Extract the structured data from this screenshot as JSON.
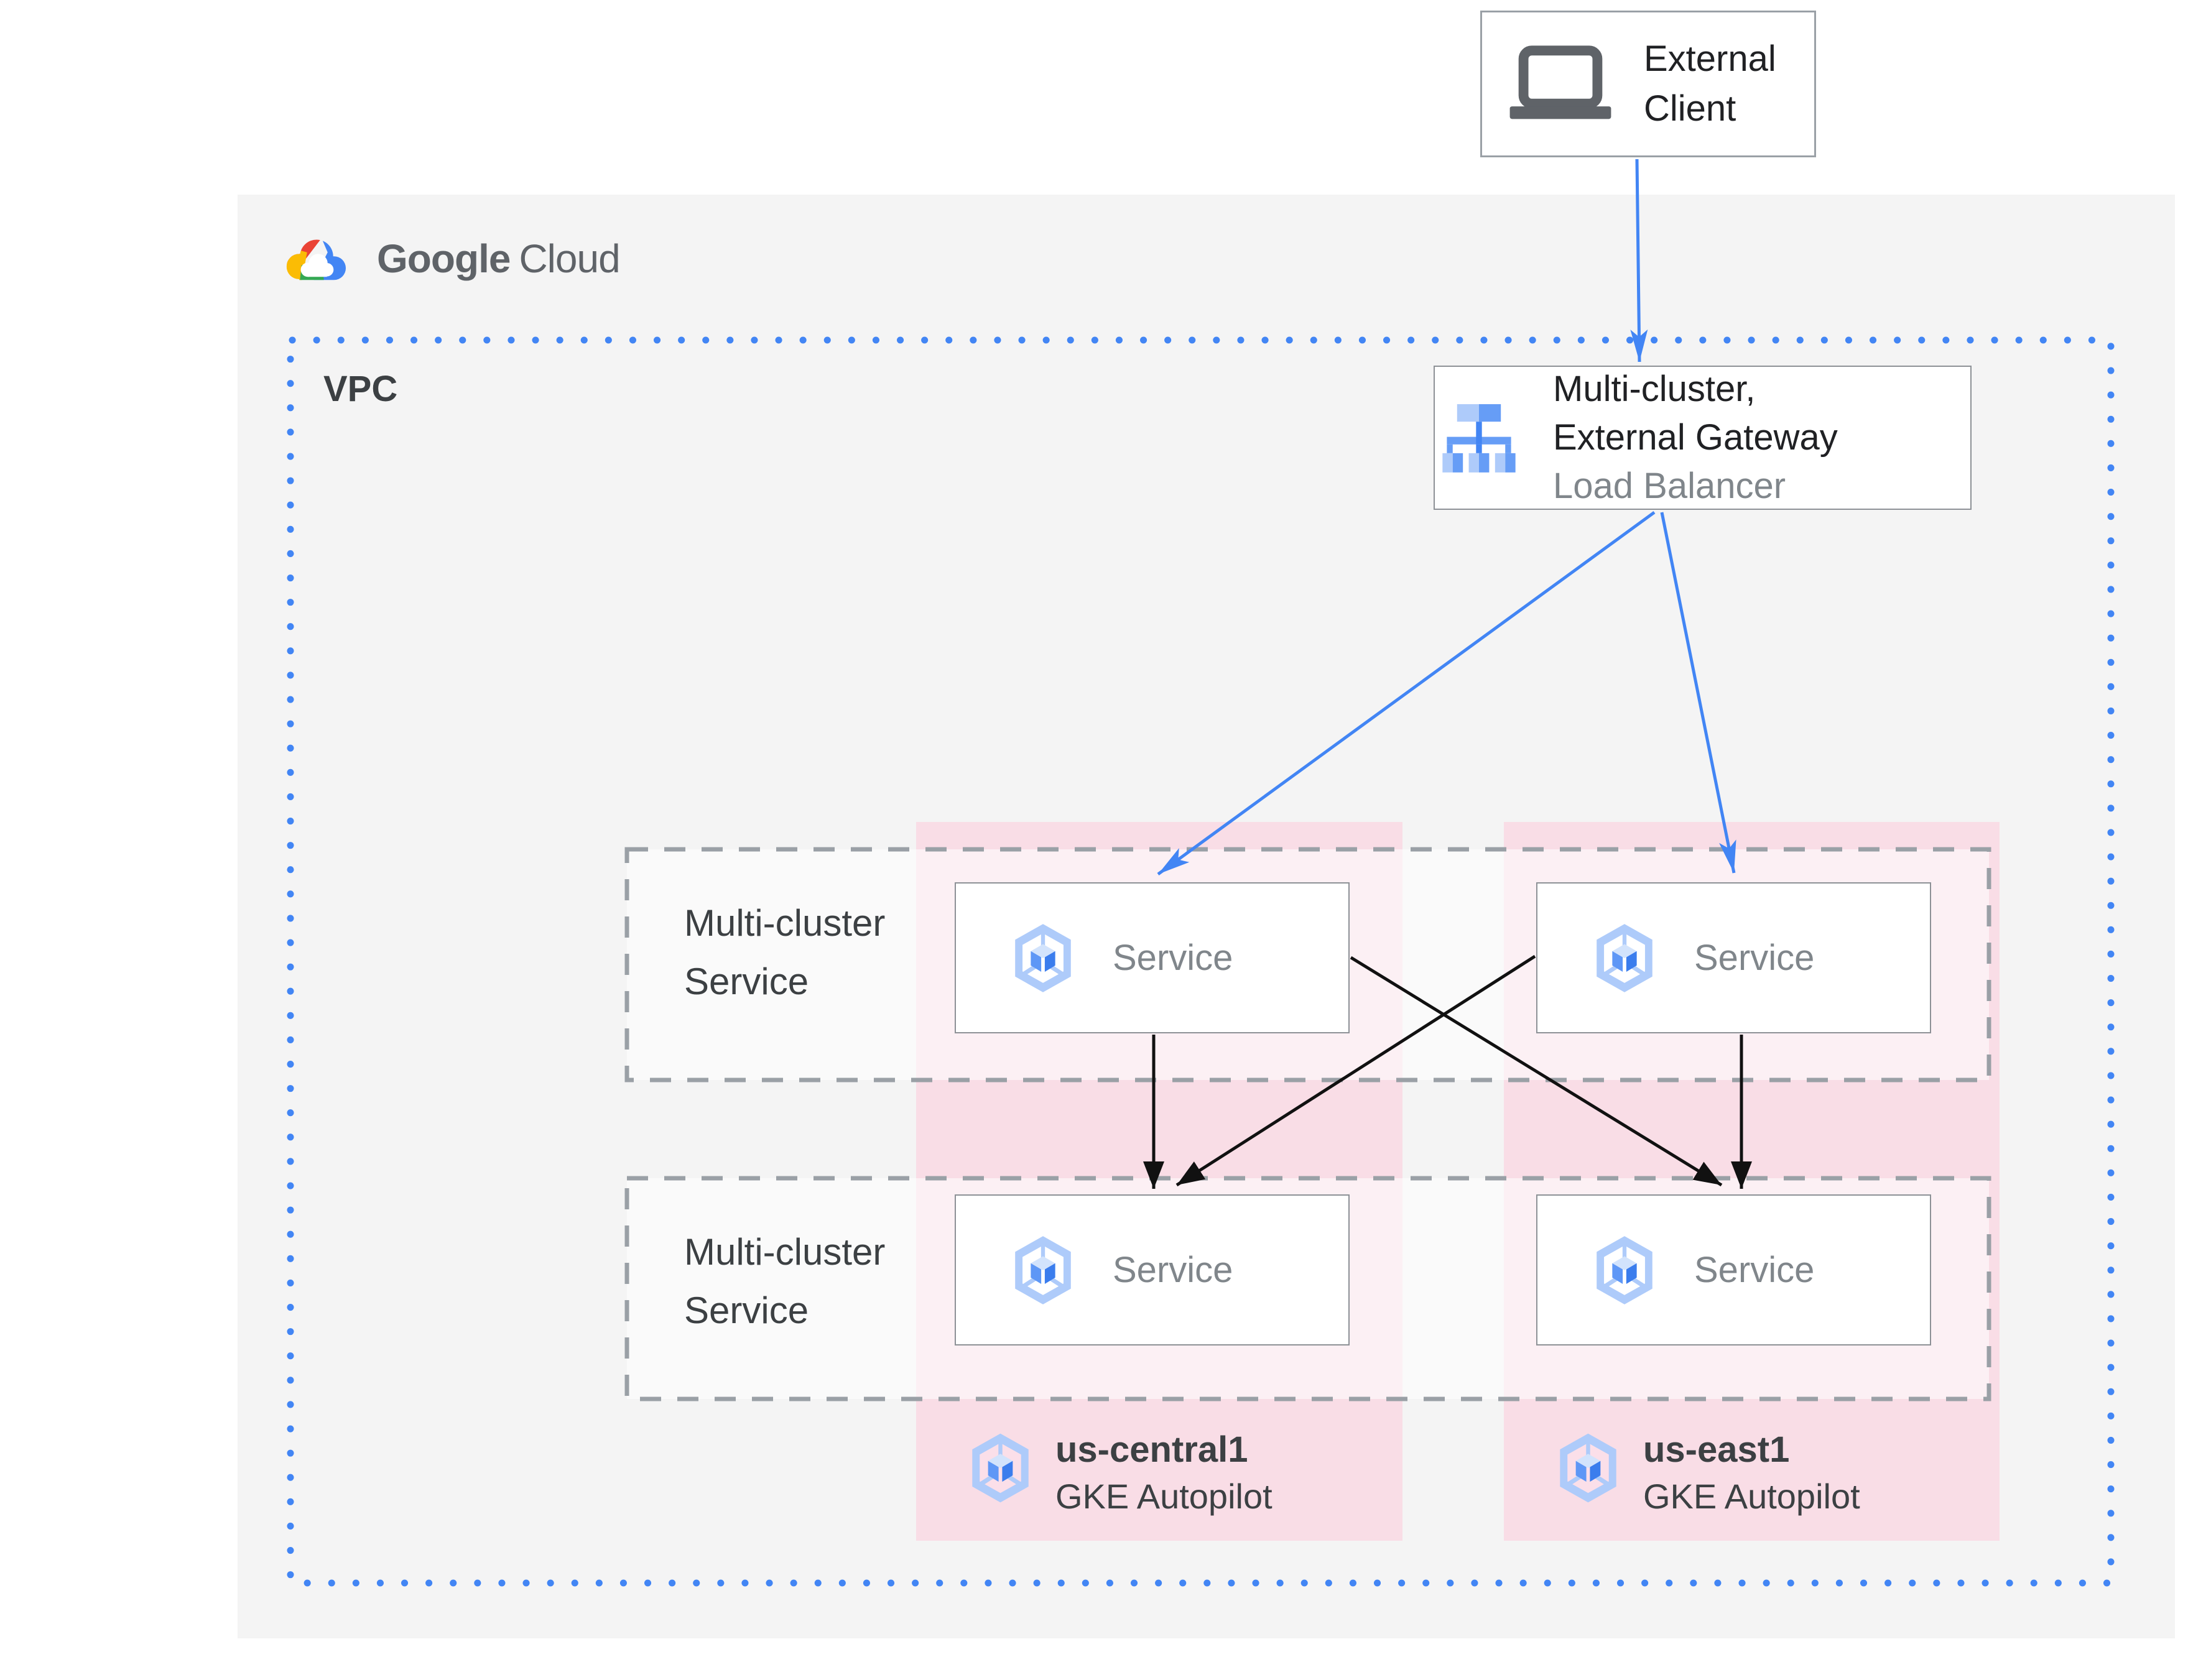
{
  "header": {
    "logo_primary": "Google",
    "logo_secondary": "Cloud"
  },
  "external_client": {
    "line1": "External",
    "line2": "Client",
    "icon": "laptop-icon"
  },
  "vpc": {
    "label": "VPC"
  },
  "gateway": {
    "title_line1": "Multi-cluster,",
    "title_line2": "External Gateway",
    "subtitle": "Load Balancer",
    "icon": "load-balancer-icon"
  },
  "service_rows": [
    {
      "label_line1": "Multi-cluster",
      "label_line2": "Service"
    },
    {
      "label_line1": "Multi-cluster",
      "label_line2": "Service"
    }
  ],
  "services": [
    {
      "label": "Service"
    },
    {
      "label": "Service"
    },
    {
      "label": "Service"
    },
    {
      "label": "Service"
    }
  ],
  "clusters": [
    {
      "region": "us-central1",
      "platform": "GKE Autopilot",
      "icon": "gke-icon"
    },
    {
      "region": "us-east1",
      "platform": "GKE Autopilot",
      "icon": "gke-icon"
    }
  ],
  "diagram": {
    "edges": [
      {
        "from": "external-client",
        "to": "gateway",
        "color": "blue"
      },
      {
        "from": "gateway",
        "to": "service-top-left",
        "color": "blue"
      },
      {
        "from": "gateway",
        "to": "service-top-right",
        "color": "blue"
      },
      {
        "from": "service-top-left",
        "to": "service-bottom-left",
        "color": "black"
      },
      {
        "from": "service-top-left",
        "to": "service-bottom-right",
        "color": "black"
      },
      {
        "from": "service-top-right",
        "to": "service-bottom-left",
        "color": "black"
      },
      {
        "from": "service-top-right",
        "to": "service-bottom-right",
        "color": "black"
      }
    ]
  },
  "colors": {
    "accent_blue": "#4285f4",
    "pink_cluster_bg": "#f9dde6",
    "canvas_gray": "#f4f4f4",
    "dash_gray": "#9aa0a6",
    "text_dark": "#3c4043",
    "text_gray": "#80868b",
    "text_black": "#202124",
    "arrow_black": "#111111",
    "logo_red": "#ea4335",
    "logo_yellow": "#fbbc04",
    "logo_green": "#34a853",
    "logo_blue": "#4285f4",
    "icon_blue_light": "#aecbfa",
    "icon_blue_pale": "#d2e3fc",
    "icon_blue_medium": "#669df6",
    "icon_blue_dark": "#4285f4",
    "device_gray": "#5f6368"
  }
}
